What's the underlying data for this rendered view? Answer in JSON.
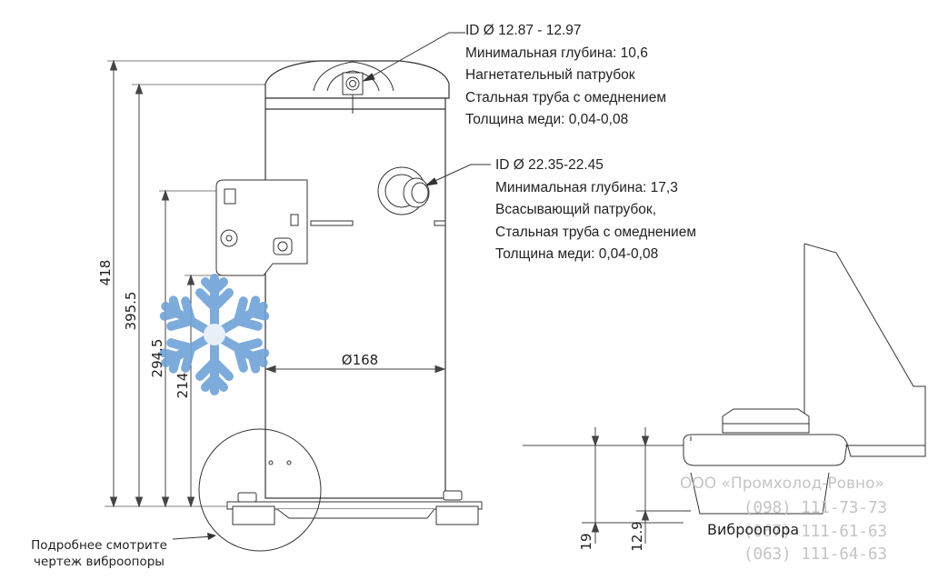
{
  "callouts": {
    "discharge": {
      "line1": "ID Ø 12.87 - 12.97",
      "line2": "Минимальная глубина: 10,6",
      "line3": "Нагнетательный патрубок",
      "line4": "Стальная труба с омеднением",
      "line5": "Толщина меди: 0,04-0,08"
    },
    "suction": {
      "line1": "ID Ø 22.35-22.45",
      "line2": "Минимальная глубина: 17,3",
      "line3": "Всасывающий патрубок,",
      "line4": "Стальная труба с омеднением",
      "line5": "Толщина меди: 0,04-0,08"
    }
  },
  "dimensions": {
    "height_total": "418",
    "height_top": "395.5",
    "height_suction": "294.5",
    "height_box": "214",
    "diameter": "Ø168",
    "foot_height": "19",
    "foot_inner": "12.9"
  },
  "labels": {
    "vibration_mount": "Виброопора",
    "detail_note_line1": "Подробнее смотрите",
    "detail_note_line2": "чертеж виброопоры"
  },
  "watermark": {
    "company": "ООО «Промхолод-Ровно»",
    "phone1": "(098) 111-73-73",
    "phone2": "(067) 111-61-63",
    "phone3": "(063) 111-64-63"
  },
  "colors": {
    "line": "#333333",
    "dim": "#444444",
    "snowflake": "#6fa3d8",
    "watermark": "#c4c4c4"
  }
}
